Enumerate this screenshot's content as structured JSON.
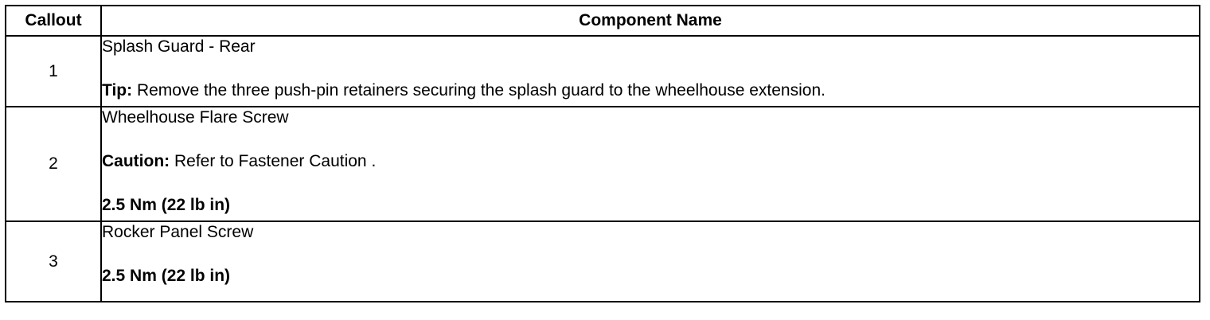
{
  "table": {
    "headers": {
      "callout": "Callout",
      "component": "Component Name"
    },
    "rows": [
      {
        "callout": "1",
        "name": "Splash Guard - Rear",
        "tip_label": "Tip:",
        "tip_text": " Remove the three push-pin retainers securing the splash guard to the wheelhouse extension."
      },
      {
        "callout": "2",
        "name": "Wheelhouse Flare Screw",
        "caution_label": "Caution:",
        "caution_text": " Refer to Fastener Caution .",
        "torque": "2.5 Nm (22 lb in)"
      },
      {
        "callout": "3",
        "name": "Rocker Panel Screw",
        "torque": "2.5 Nm (22 lb in)"
      }
    ]
  }
}
